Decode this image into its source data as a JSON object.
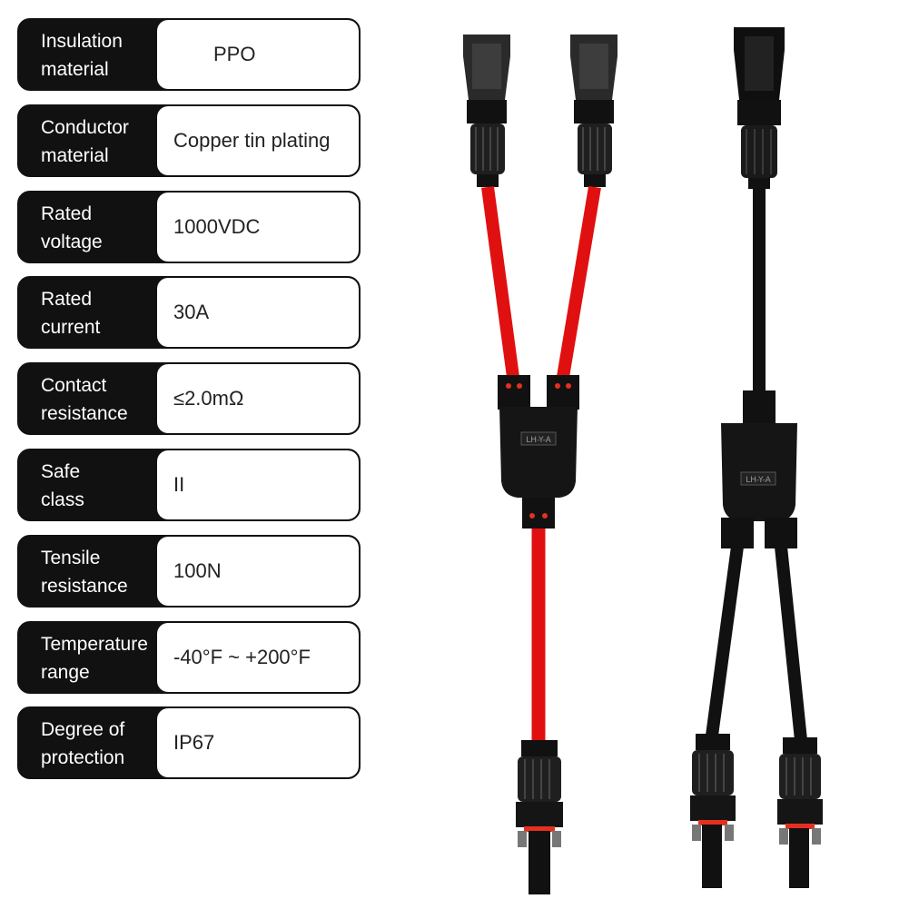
{
  "specs": [
    {
      "label_line1": "Insulation",
      "label_line2": "material",
      "value": "PPO"
    },
    {
      "label_line1": "Conductor",
      "label_line2": "material",
      "value": "Copper tin plating"
    },
    {
      "label_line1": "Rated",
      "label_line2": "voltage",
      "value": "1000VDC"
    },
    {
      "label_line1": "Rated",
      "label_line2": "current",
      "value": "30A"
    },
    {
      "label_line1": "Contact",
      "label_line2": "resistance",
      "value": "≤2.0mΩ"
    },
    {
      "label_line1": "Safe",
      "label_line2": "class",
      "value": "II"
    },
    {
      "label_line1": "Tensile",
      "label_line2": "resistance",
      "value": "100N"
    },
    {
      "label_line1": "Temperature",
      "label_line2": "range",
      "value": "-40°F ~ +200°F"
    },
    {
      "label_line1": "Degree of",
      "label_line2": "protection",
      "value": "IP67"
    }
  ],
  "product": {
    "branch_label": "LH-Y-A",
    "colors": {
      "red_cable": "#e01010",
      "black_cable": "#111111",
      "connector": "#1a1a1a",
      "accent_ring": "#e53020"
    }
  }
}
